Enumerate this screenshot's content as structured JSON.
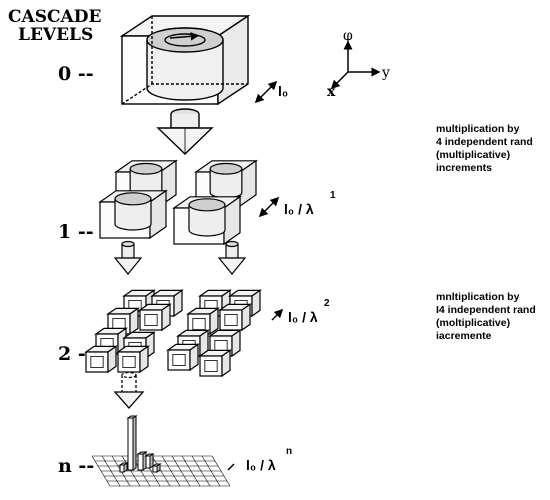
{
  "header": {
    "line1": "CASCADE",
    "line2": "LEVELS"
  },
  "levels": [
    {
      "label": "0 --"
    },
    {
      "label": "1 --"
    },
    {
      "label": "2 --"
    },
    {
      "label": "n --"
    }
  ],
  "axes": {
    "phi": "φ",
    "y": "y",
    "x": "x"
  },
  "scales": {
    "s0": {
      "base": "l₀"
    },
    "s1": {
      "base": "l₀ / λ",
      "exp": "1"
    },
    "s2": {
      "base": "l₀ / λ",
      "exp": "2"
    },
    "sn": {
      "base": "l₀ / λ",
      "exp": "n"
    }
  },
  "notes": {
    "first": [
      "multiplication by",
      "4 independent rand",
      "(multiplicative)",
      "increments"
    ],
    "second": [
      "mnltiplication by",
      "I4 independent rand",
      "(moltiplicative)",
      "iacremente"
    ]
  }
}
